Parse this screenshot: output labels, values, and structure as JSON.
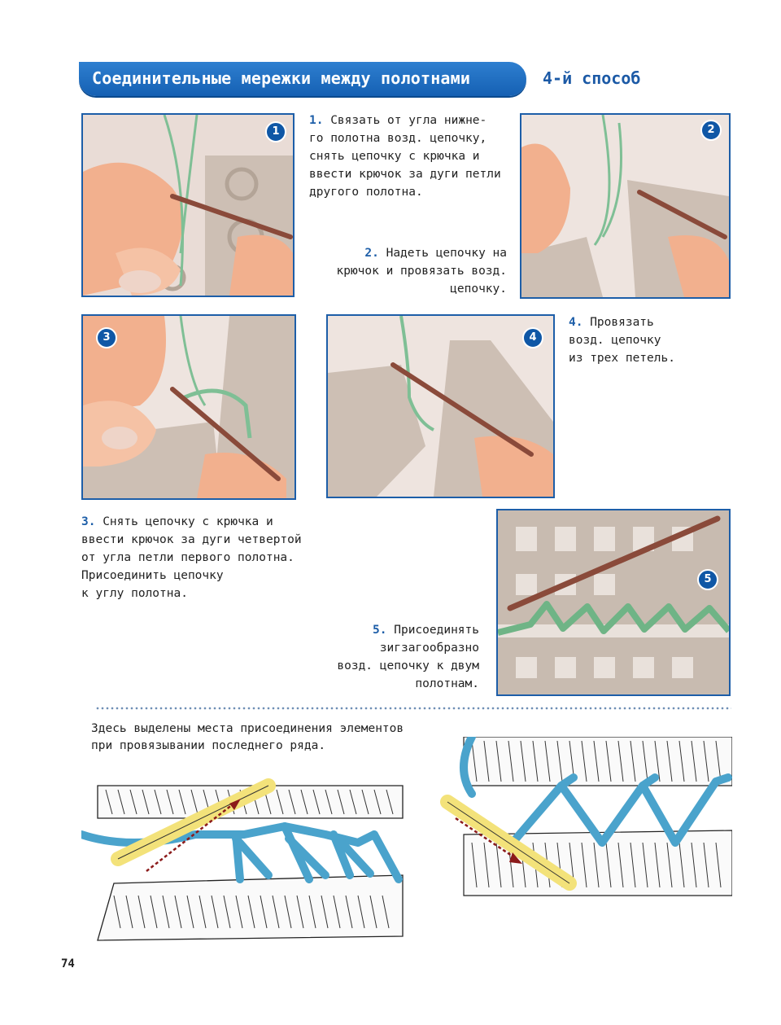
{
  "header": {
    "title": "Соединительные мережки между полотнами",
    "method": "4-й способ"
  },
  "badges": [
    "1",
    "2",
    "3",
    "4",
    "5"
  ],
  "steps": {
    "s1": {
      "num": "1.",
      "lines": [
        "Связать от угла нижне-",
        "го полотна возд. цепочку,",
        "снять цепочку с крючка и",
        "ввести крючок за дуги петли",
        "другого полотна."
      ]
    },
    "s2": {
      "num": "2.",
      "lines": [
        "Надеть цепочку на",
        "крючок и провязать возд.",
        "цепочку."
      ]
    },
    "s3": {
      "num": "3.",
      "lines": [
        "Снять цепочку с крючка и",
        "ввести крючок за дуги четвертой",
        "от угла петли первого полотна.",
        "Присоединить цепочку",
        "к углу полотна."
      ]
    },
    "s4": {
      "num": "4.",
      "lines": [
        "Провязать",
        "возд. цепочку",
        "из трех петель."
      ]
    },
    "s5": {
      "num": "5.",
      "lines": [
        "Присоединять",
        "зигзагообразно",
        "возд. цепочку к двум",
        "полотнам."
      ]
    }
  },
  "caption": [
    "Здесь выделены места присоединения элементов",
    "при провязывании последнего ряда."
  ],
  "page_number": "74",
  "colors": {
    "accent": "#1d5ea8",
    "banner": "#1560b3",
    "yarn_green": "#7fbf95",
    "fabric": "#c8bbb0",
    "hook": "#8a4a3a",
    "diagram_blue": "#4aa3cc",
    "diagram_hook": "#f3e27a"
  }
}
